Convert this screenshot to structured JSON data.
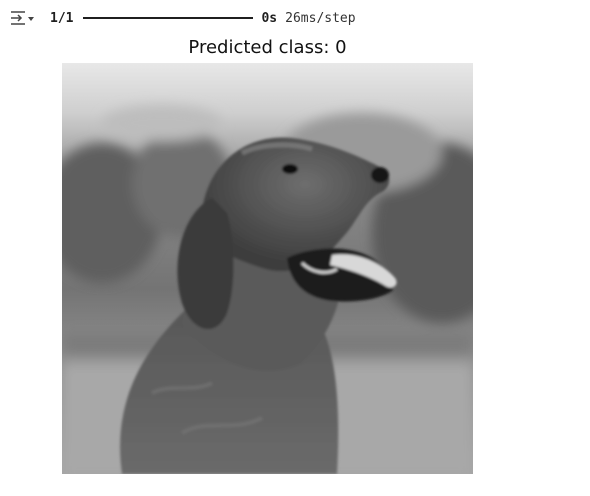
{
  "output": {
    "progress": {
      "count": "1/1",
      "fraction_complete": 1.0,
      "time": "0s",
      "rate": "26ms/step"
    },
    "plot": {
      "title": "Predicted class: 0",
      "image_subject": "golden retriever in grayscale, facing right, mouth open"
    }
  },
  "icons": {
    "toggle": "output-toggle-icon"
  }
}
